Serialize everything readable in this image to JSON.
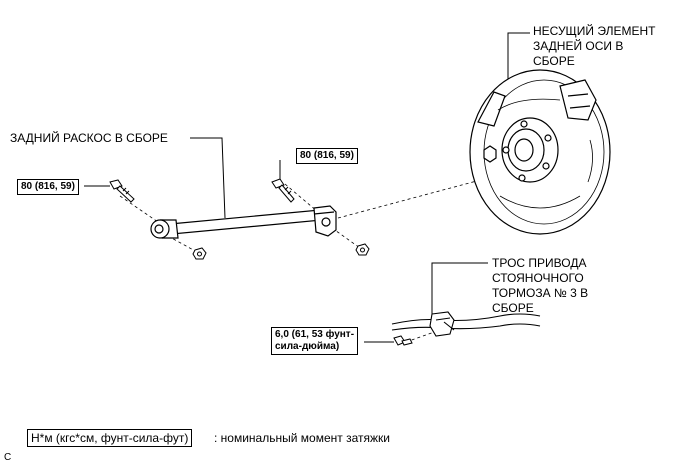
{
  "labels": {
    "carrier": "НЕСУЩИЙ ЭЛЕМЕНТ\nЗАДНЕЙ ОСИ В\nСБОРЕ",
    "strut": "ЗАДНИЙ РАСКОС В СБОРЕ",
    "cable": "ТРОС ПРИВОДА\nСТОЯНОЧНОГО\nТОРМОЗА № 3 В\nСБОРЕ"
  },
  "torque": {
    "left_bolt": "80 (816, 59)",
    "right_bolt": "80 (816, 59)",
    "cable_bolt": "6,0 (61, 53 фунт-\nсила-дюйма)"
  },
  "legend": {
    "units": "Н*м (кгс*см, фунт-сила-фут)",
    "description": ": номинальный момент затяжки"
  },
  "corner_mark": "C"
}
